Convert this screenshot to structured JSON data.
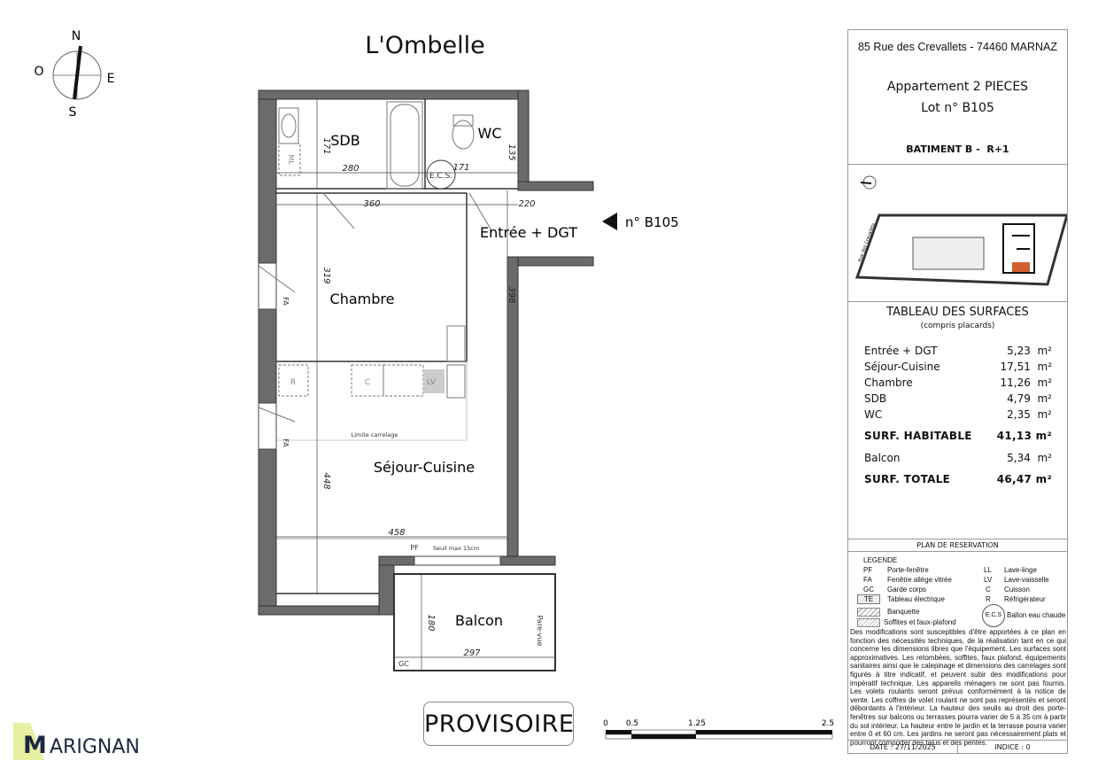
{
  "title": "L'Ombelle",
  "compass": {
    "n": "N",
    "o": "O",
    "e": "E",
    "s": "S"
  },
  "plan": {
    "rooms": {
      "sdb": "SDB",
      "wc": "WC",
      "entree": "Entrée + DGT",
      "chambre": "Chambre",
      "sejour": "Séjour-Cuisine",
      "balcon": "Balcon"
    },
    "dims": {
      "sdb_h": "171",
      "sdb_w": "280",
      "wc_w": "171",
      "wc_h": "135",
      "chambre_w": "360",
      "entree_w": "220",
      "chambre_h": "319",
      "entree_h": "398",
      "sejour_h": "448",
      "sejour_w": "458",
      "balcon_h": "180",
      "balcon_w": "297"
    },
    "labels": {
      "ml": "ML",
      "ecs": "E.C.S.",
      "r": "R",
      "c": "C",
      "lv": "LV",
      "fa1": "FA",
      "fa2": "FA",
      "limite": "Limite carrelage",
      "pf": "PF",
      "seuil": "Seuil max 15cm",
      "gc": "GC",
      "parevue": "Pare-vue"
    },
    "lot_marker": "n° B105"
  },
  "panel": {
    "address": "85 Rue des Crevallets - 74460 MARNAZ",
    "apartment": "Appartement 2 PIECES",
    "lot": "Lot n° B105",
    "building": "BATIMENT B -  R+1",
    "site_street": "Rue des Crevallets",
    "site_highlight_color": "#d2602e",
    "surfaces_title": "TABLEAU DES SURFACES",
    "surfaces_subtitle": "(compris placards)",
    "surfaces": [
      {
        "name": "Entrée + DGT",
        "value": "5,23  m²"
      },
      {
        "name": "Séjour-Cuisine",
        "value": "17,51  m²"
      },
      {
        "name": "Chambre",
        "value": "11,26  m²"
      },
      {
        "name": "SDB",
        "value": "4,79  m²"
      },
      {
        "name": "WC",
        "value": "2,35  m²"
      }
    ],
    "habitable": {
      "name": "SURF. HABITABLE",
      "value": "41,13 m²"
    },
    "balcon": {
      "name": "Balcon",
      "value": "5,34  m²"
    },
    "totale": {
      "name": "SURF. TOTALE",
      "value": "46,47 m²"
    },
    "plan_reservation": "PLAN DE RESERVATION",
    "legend_title": "LEGENDE",
    "legend_left": [
      {
        "code": "PF",
        "label": "Porte-fenêtre"
      },
      {
        "code": "FA",
        "label": "Fenêtre allège vitrée"
      },
      {
        "code": "GC",
        "label": "Garde corps"
      },
      {
        "code": "TE",
        "label": "Tableau électrique"
      }
    ],
    "legend_right": [
      {
        "code": "LL",
        "label": "Lave-linge"
      },
      {
        "code": "LV",
        "label": "Lave-vaisselle"
      },
      {
        "code": "C",
        "label": "Cuisson"
      },
      {
        "code": "R",
        "label": "Réfrigérateur"
      }
    ],
    "legend_banquette": "Banquette",
    "legend_soffites": "Soffites et faux-plafond",
    "legend_ecs_code": "E.C.S",
    "legend_ecs": "Ballon eau chaude",
    "disclaimer": "Des modifications sont susceptibles d'être apportées à ce plan en fonction des nécessités techniques, de la réalisation tant en ce qui concerne les dimensions libres que l'équipement. Les surfaces sont approximatives. Les retombées, soffites, faux plafond, équipements sanitaires ainsi que le calepinage et dimensions des carrelages sont figurés à titre indicatif, et peuvent subir des modifications pour impératif technique. Les appareils ménagers ne sont pas fournis. Les volets roulants seront prévus conformément à la notice de vente. Les coffres de volet roulant ne sont pas représentés et seront débordants à l'intérieur. La hauteur des seuils au droit des porte-fenêtres sur balcons ou terrasses pourra varier de 5 à 35 cm à partir du sol intérieur. La hauteur entre le jardin et la terrasse pourra varier entre 0 et 60 cm. Les jardins ne seront pas nécessairement plats et pourront comporter des talus et des pentes.",
    "date": "DATE : 27/11/2025",
    "indice": "INDICE : 0"
  },
  "stamp": "PROVISOIRE",
  "scale": {
    "ticks": [
      "0",
      "0.5",
      "1.25",
      "2.5"
    ]
  },
  "logo": {
    "text": "MARIGNAN",
    "accent": "#e6f0a0",
    "color": "#1b2640"
  }
}
